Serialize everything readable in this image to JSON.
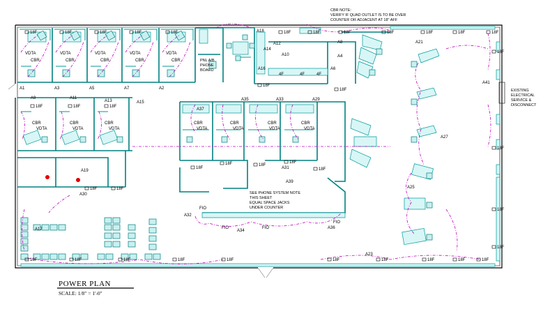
{
  "drawing": {
    "title": "POWER PLAN",
    "scale": "SCALE: 1/8\" = 1'-0\""
  },
  "notes": {
    "cbr_note": [
      "CBR NOTE:",
      "VERIFY IF QUAD OUTLET IS TO BE OVER",
      "COUNTER OR ADJACENT AT 18\" AFF"
    ],
    "phone_note": [
      "SEE PHONE SYSTEM NOTE",
      "THIS SHEET",
      "EQUAL SPACE JACKS",
      "UNDER COUNTER"
    ],
    "electrical": [
      "EXISTING",
      "ELECTRICAL",
      "SERVICE &",
      "DISCONNECT"
    ],
    "phone_board": [
      "PNL A/B",
      "PHONE",
      "BOARD"
    ]
  },
  "circuits": [
    "A1",
    "A3",
    "A5",
    "A7",
    "A2",
    "A9",
    "A11",
    "A13",
    "A15",
    "A17",
    "A19",
    "A21",
    "A23",
    "A25",
    "A27",
    "A29",
    "A30",
    "A31",
    "A32",
    "A33",
    "A34",
    "A35",
    "A36",
    "A37",
    "A39",
    "A41",
    "A4",
    "A6",
    "A8",
    "A10",
    "A12",
    "A14",
    "A16",
    "A18"
  ],
  "device_labels": {
    "outlet": "18F",
    "cbr": "CBR",
    "vdt": "VDTA",
    "fio": "FIO",
    "fourf": "4F"
  },
  "colors": {
    "wall": "#008080",
    "circuit": "#c000c0",
    "furniture": "#d8f6f6",
    "outline": "#000000",
    "highlight": "#e00000"
  }
}
